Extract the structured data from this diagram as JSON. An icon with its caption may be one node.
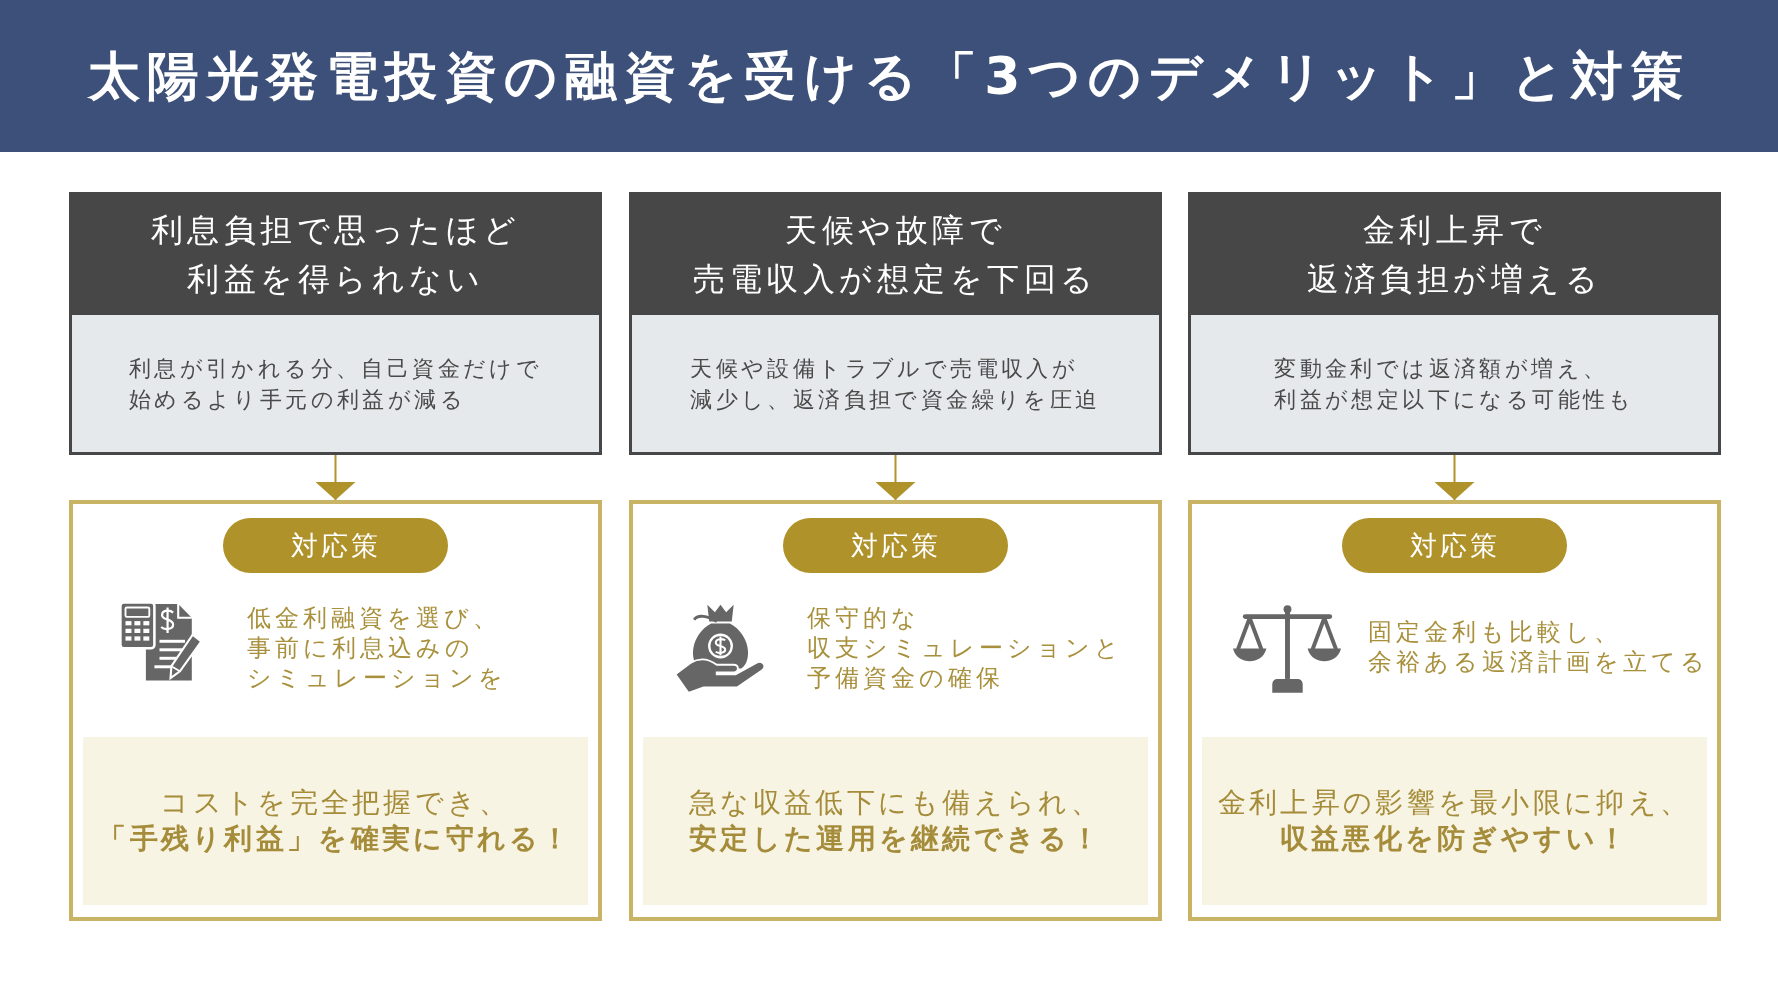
{
  "diagram": {
    "title": "太陽光発電投資の融資を受ける「3つのデメリット」と対策",
    "nodes": [
      {
        "text": [
          "利息負担で思ったほど利益を得られない",
          "利息が引かれる分、自己資金だけで始めるより手元の利益が減る"
        ]
      },
      {
        "text": [
          "低金利融資を選び、事前に利息込みのシミュレーションを"
        ]
      },
      {
        "text": [
          "対応策"
        ],
        "in": 1
      },
      {
        "text": [
          "コストを完全把握でき、**「手残り利益」を確実に守れる！**"
        ],
        "in": 1
      },
      {
        "text": [
          "天候や故障で売電収入が想定を下回る",
          "天候や設備トラブルで売電収入が減少し、返済負担で資金繰りを圧迫"
        ]
      },
      {
        "text": [
          "保守的な収支シミュレーションと予備資金の確保"
        ]
      },
      {
        "text": [
          "対応策"
        ],
        "in": 5
      },
      {
        "text": [
          "急な収益低下にも備えられ、**安定した運用を継続できる！**"
        ],
        "in": 5
      },
      {
        "text": [
          "金利上昇で返済負担が増える",
          "変動金利では返済額が増え、利益が想定以下になる可能性も"
        ]
      },
      {
        "text": [
          "固定金利も比較し、余裕ある返済計画を立てる"
        ]
      },
      {
        "text": [
          "対応策"
        ],
        "in": 9
      },
      {
        "text": [
          "金利上昇の影響を最小限に抑え、**収益悪化を防ぎやすい！**"
        ],
        "in": 9
      }
    ],
    "edges": [
      {
        "from": 0,
        "to": 1,
        "arrow": "to"
      },
      {
        "from": 4,
        "to": 5,
        "arrow": "to"
      },
      {
        "from": 8,
        "to": 9,
        "arrow": "to"
      }
    ]
  }
}
